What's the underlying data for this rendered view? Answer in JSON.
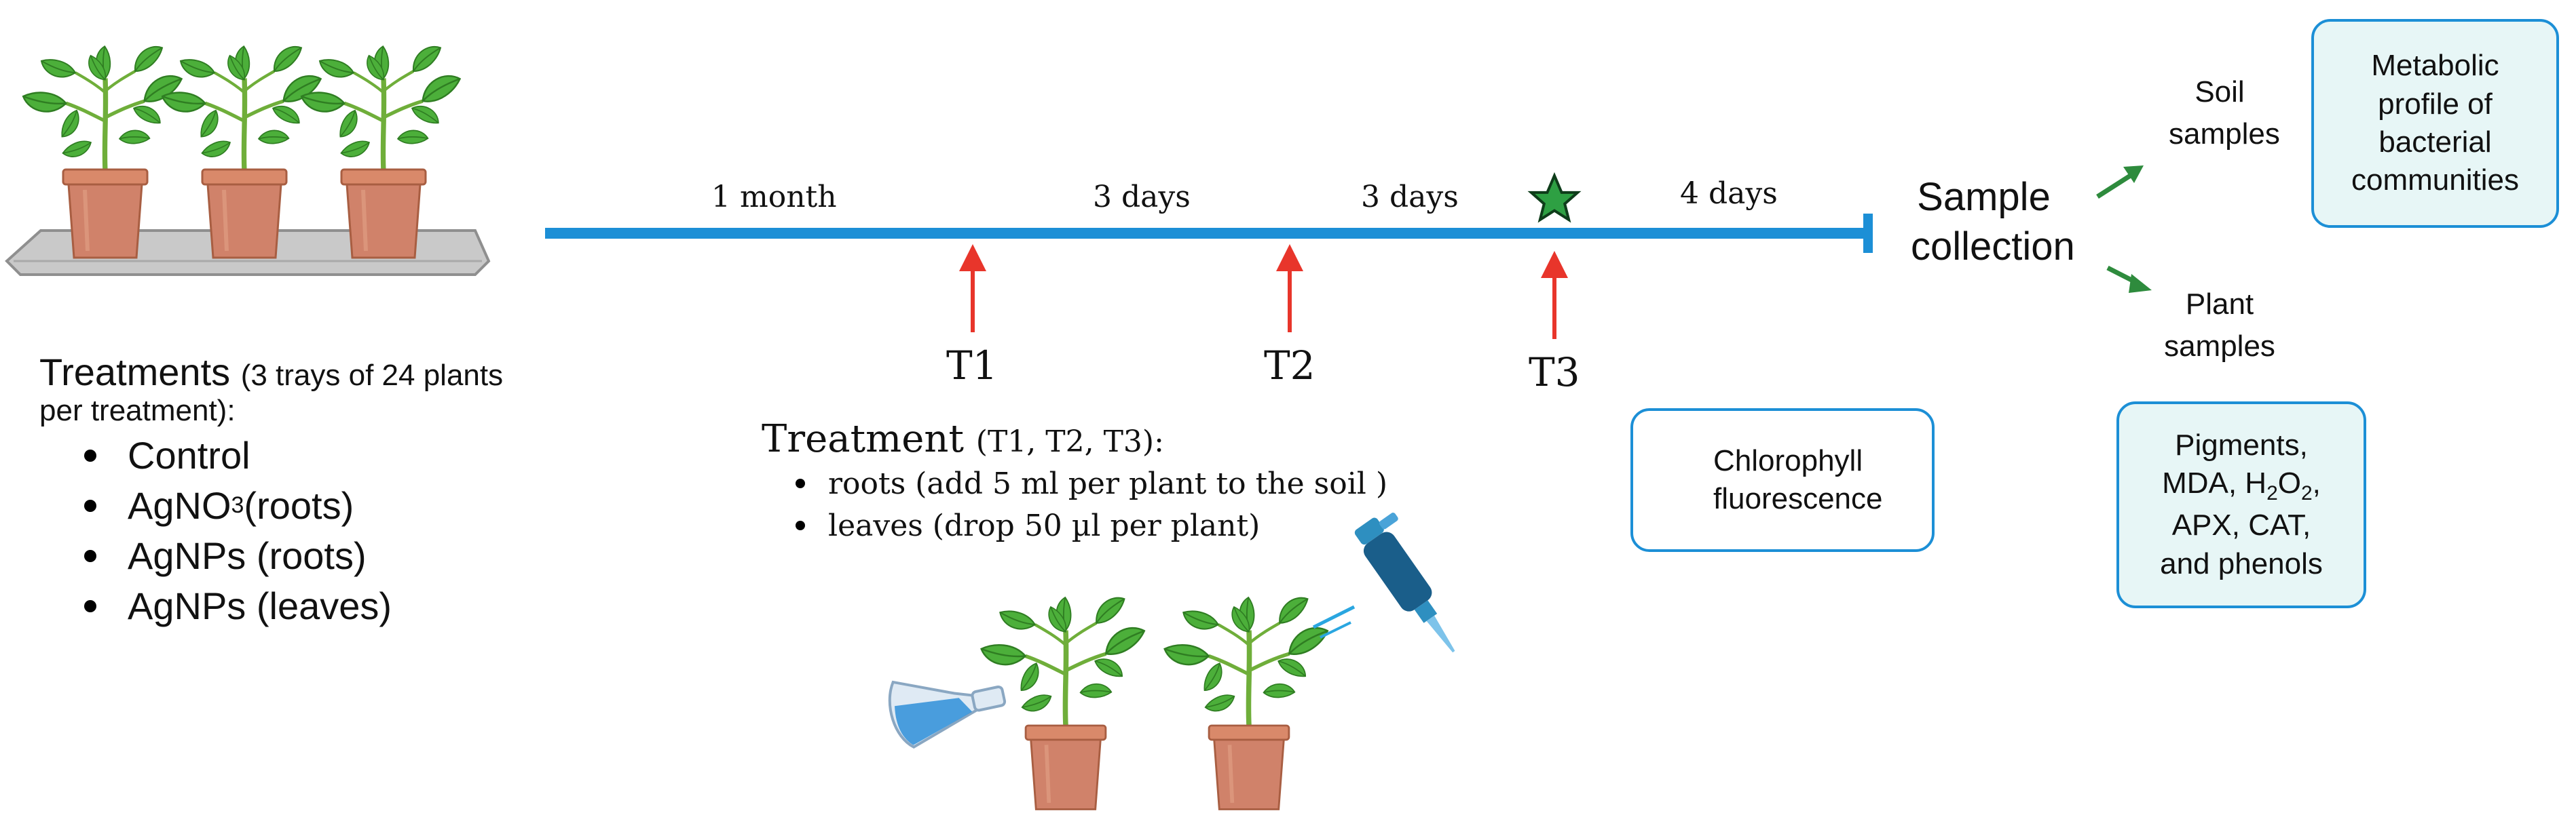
{
  "timeline": {
    "segments": [
      "1 month",
      "3 days",
      "3 days",
      "4 days"
    ],
    "markers": [
      "T1",
      "T2",
      "T3"
    ],
    "end_label": "Sample collection",
    "colors": {
      "line": "#1c8fd6",
      "arrow": "#e8352b",
      "star": "#2ea043",
      "branch_arrow": "#2e8b3d"
    }
  },
  "left_treatments": {
    "title": "Treatments",
    "subtitle_line1": "(3 trays of 24 plants",
    "subtitle_line2": "per treatment):",
    "items": [
      "Control",
      "AgNO",
      "AgNPs (roots)",
      "AgNPs (leaves)"
    ],
    "agno3_sub": "3",
    "agno3_suffix": " (roots)"
  },
  "mid_treatment": {
    "title": "Treatment",
    "subtitle": "(T1, T2, T3):",
    "items": [
      "roots (add 5 ml per plant to the soil )",
      "leaves (drop 50 µl per plant)"
    ]
  },
  "chlorophyll": {
    "line1": "Chlorophyll",
    "line2": "fluorescence"
  },
  "branches": {
    "soil": {
      "line1": "Soil",
      "line2": "samples"
    },
    "plant": {
      "line1": "Plant",
      "line2": "samples"
    }
  },
  "metabolic": {
    "lines": [
      "Metabolic",
      "profile of",
      "bacterial",
      "communities"
    ]
  },
  "pigments": {
    "line1": "Pigments,",
    "line2_pre": "MDA, H",
    "line2_sub1": "2",
    "line2_mid": "O",
    "line2_sub2": "2",
    "line2_post": ",",
    "line3": "APX, CAT,",
    "line4": "and phenols"
  },
  "icons": [
    "tomato-plant-icon",
    "pot-icon",
    "tray-icon",
    "flask-icon",
    "pipette-icon",
    "star-icon",
    "arrow-up-icon"
  ]
}
